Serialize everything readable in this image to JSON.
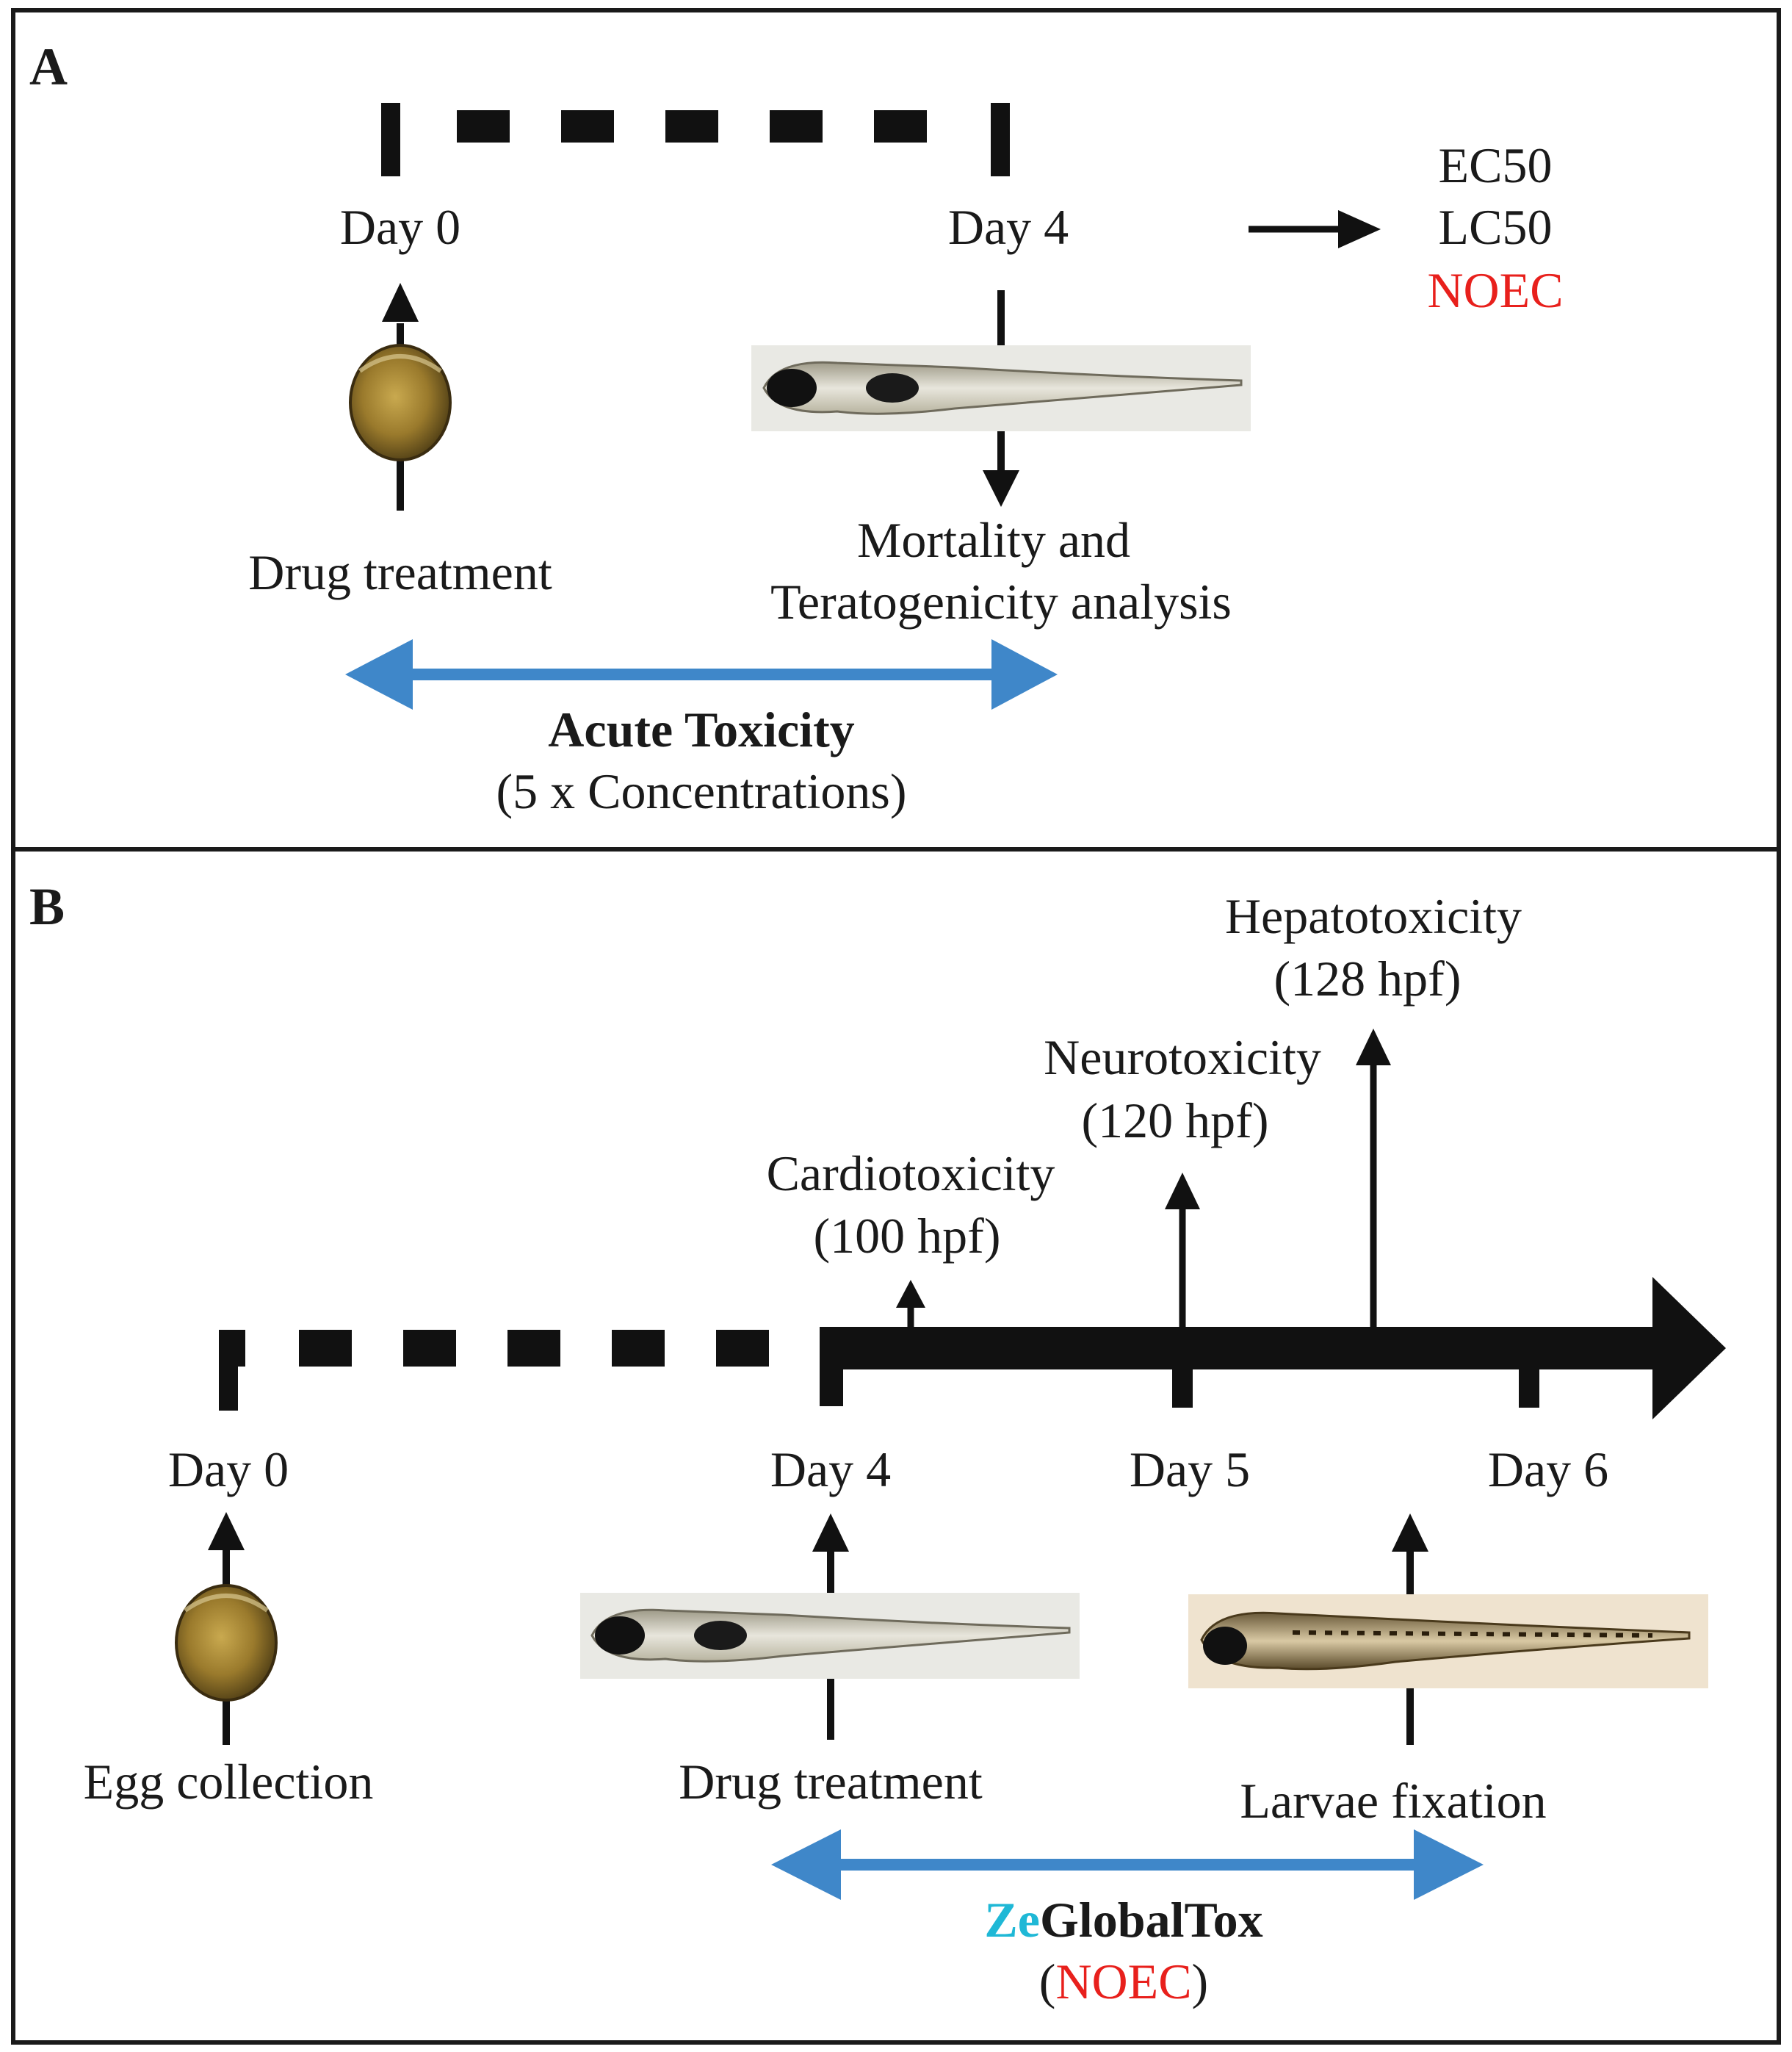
{
  "panel_a": {
    "letter": "A",
    "timeline": {
      "start_label": "Day 0",
      "end_label": "Day 4"
    },
    "endpoints": {
      "items": [
        "EC50",
        "LC50",
        "NOEC"
      ],
      "highlight_color": "#e8201c"
    },
    "egg_label": "Drug treatment",
    "larva_label_line1": "Mortality and",
    "larva_label_line2": "Teratogenicity analysis",
    "range_title": "Acute Toxicity",
    "range_subtitle": "(5 x Concentrations)",
    "range_arrow_color": "#3f87c9"
  },
  "panel_b": {
    "letter": "B",
    "days": [
      "Day 0",
      "Day 4",
      "Day 5",
      "Day 6"
    ],
    "assays": [
      {
        "name": "Cardiotoxicity",
        "time": "(100 hpf)"
      },
      {
        "name": "Neurotoxicity",
        "time": "(120 hpf)"
      },
      {
        "name": "Hepatotoxicity",
        "time": "(128 hpf)"
      }
    ],
    "labels": {
      "egg": "Egg collection",
      "drug": "Drug treatment",
      "fixation": "Larvae fixation"
    },
    "range_title_prefix": "Ze",
    "range_title_rest": "GlobalTox",
    "range_sub_open": "(",
    "range_sub_value": "NOEC",
    "range_sub_close": ")",
    "prefix_color": "#1fb8d6",
    "noec_color": "#e8201c",
    "range_arrow_color": "#3f87c9"
  }
}
